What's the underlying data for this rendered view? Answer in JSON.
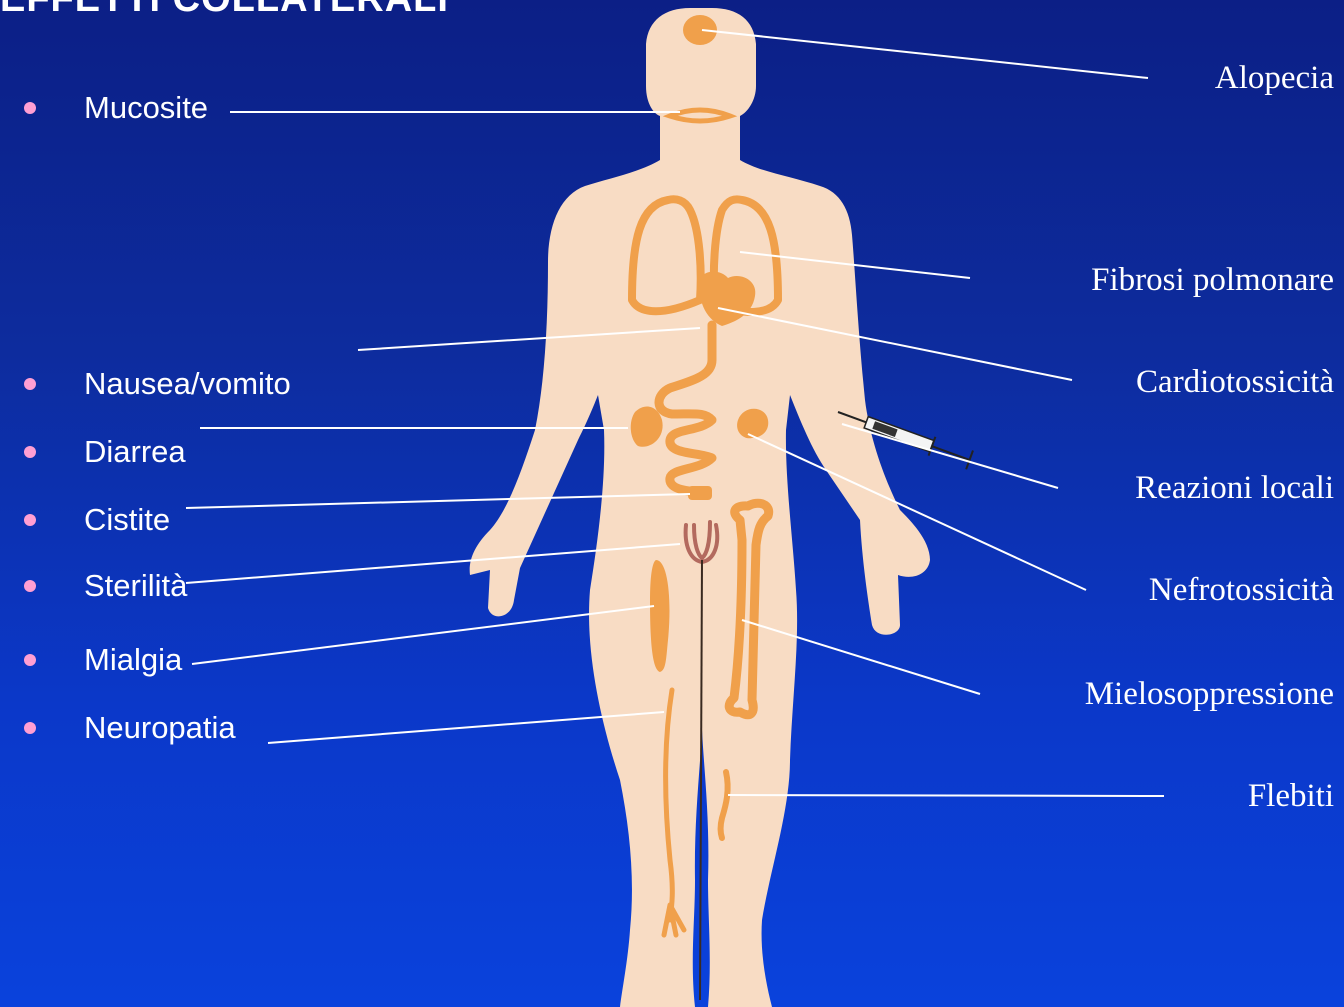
{
  "title": "EFFETTI COLLATERALI",
  "left_labels": [
    "Mucosite",
    "Nausea/vomito",
    "Diarrea",
    "Cistite",
    "Sterilità",
    "Mialgia",
    "Neuropatia"
  ],
  "right_labels": [
    "Alopecia",
    "Fibrosi polmonare",
    "Cardiotossicità",
    "Reazioni locali",
    "Nefrotossicità",
    "Mielosoppressione",
    "Flebiti"
  ],
  "colors": {
    "background_top": "#0c1f86",
    "background_bottom": "#0a42dc",
    "body": "#f8dcc4",
    "organ": "#f0a04b",
    "bladder_vessels": "#b36a5e",
    "bullet": "#ff9fd3",
    "text": "#ffffff"
  }
}
